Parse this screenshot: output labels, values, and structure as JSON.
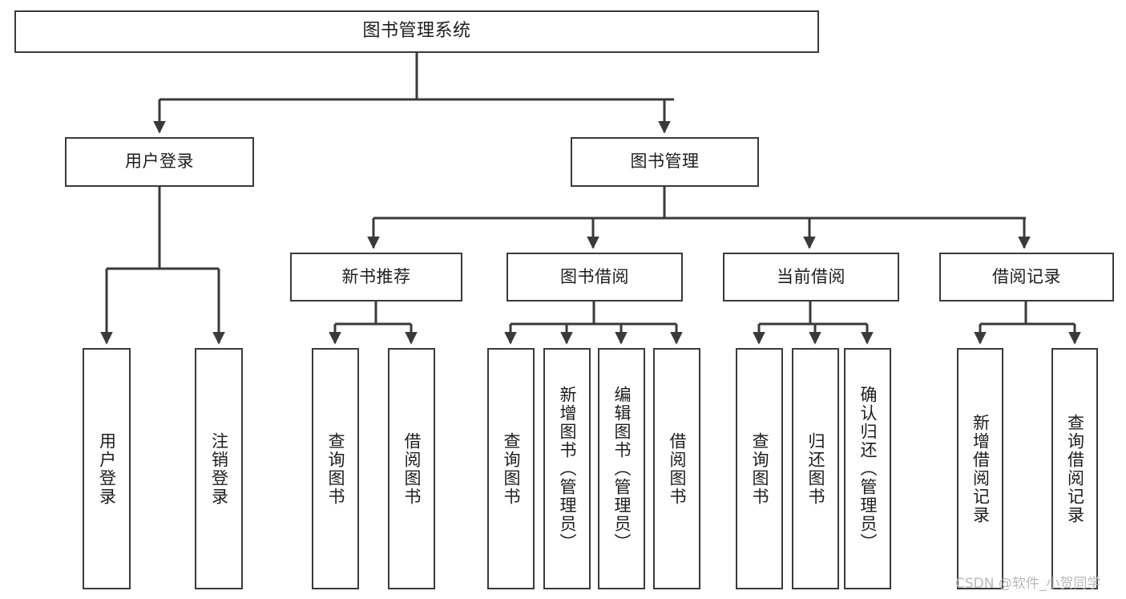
{
  "diagram": {
    "title": "图书管理系统",
    "type": "tree",
    "background_color": "#ffffff",
    "line_color": "#3a3a3a",
    "text_color": "#1d1d1d"
  },
  "nodes": {
    "root": {
      "label": "图书管理系统"
    },
    "level2": [
      {
        "label": "用户登录"
      },
      {
        "label": "图书管理"
      }
    ],
    "level3": [
      {
        "label": "新书推荐"
      },
      {
        "label": "图书借阅"
      },
      {
        "label": "当前借阅"
      },
      {
        "label": "借阅记录"
      }
    ],
    "leaves": {
      "user_login": [
        {
          "label": "用户登录"
        },
        {
          "label": "注销登录"
        }
      ],
      "new_book_recommend": [
        {
          "label": "查询图书"
        },
        {
          "label": "借阅图书"
        }
      ],
      "book_borrow": [
        {
          "label": "查询图书"
        },
        {
          "label": "新增图书（管理员）"
        },
        {
          "label": "编辑图书（管理员）"
        },
        {
          "label": "借阅图书"
        }
      ],
      "current_borrow": [
        {
          "label": "查询图书"
        },
        {
          "label": "归还图书"
        },
        {
          "label": "确认归还（管理员）"
        }
      ],
      "borrow_record": [
        {
          "label": "新增借阅记录"
        },
        {
          "label": "查询借阅记录"
        }
      ]
    }
  },
  "watermark": {
    "text": "CSDN @软件_小贺同学",
    "color": "#b9b9b9"
  }
}
